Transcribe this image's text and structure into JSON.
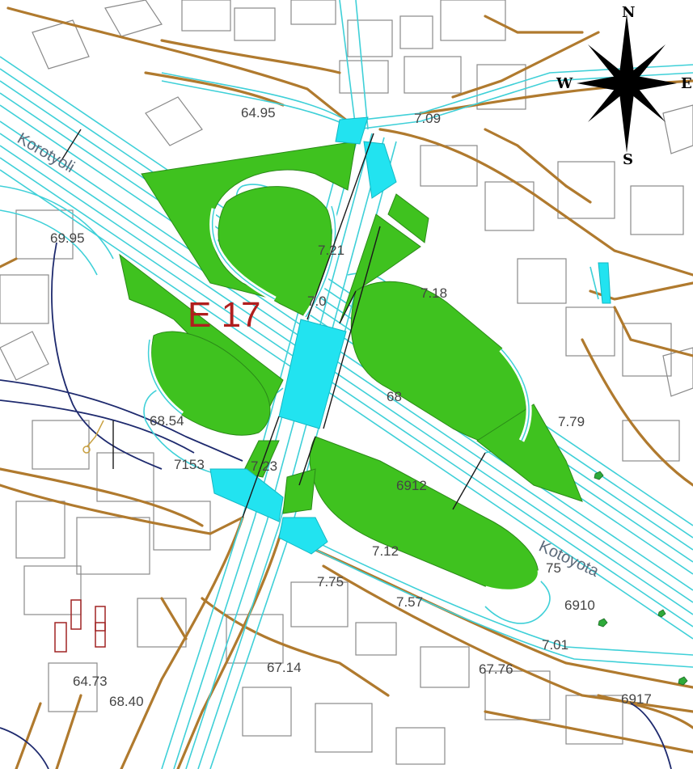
{
  "colors": {
    "background": "#ffffff",
    "green_area": "#3fc21f",
    "bridge_cyan": "#22e3f0",
    "lane_cyan": "#3fd0d8",
    "road_brown": "#b07a2e",
    "building_line": "#7a7a7a",
    "route_label": "#b01e1e",
    "dark_blue": "#1e2a6e",
    "small_marker": "#2eaa3a",
    "red_marker": "#a02424"
  },
  "route_label": "E 17",
  "compass": {
    "north": "N",
    "south": "S",
    "east": "E",
    "west": "W"
  },
  "road_labels": [
    {
      "id": "karaviita-top-left",
      "text": "Korotyoli"
    },
    {
      "id": "karaviita-bottom-right",
      "text": "Kotoyota"
    }
  ],
  "elevation_labels": [
    {
      "id": "e1",
      "text": "64.95"
    },
    {
      "id": "e2",
      "text": "69.95"
    },
    {
      "id": "e3",
      "text": "7.18"
    },
    {
      "id": "e4",
      "text": "68.54"
    },
    {
      "id": "e5",
      "text": "7153"
    },
    {
      "id": "e6",
      "text": "6912"
    },
    {
      "id": "e7",
      "text": "7.09"
    },
    {
      "id": "e8",
      "text": "6910"
    },
    {
      "id": "e9",
      "text": "7.01"
    },
    {
      "id": "e10",
      "text": "67.14"
    },
    {
      "id": "e11",
      "text": "67.76"
    },
    {
      "id": "e12",
      "text": "6917"
    },
    {
      "id": "e13",
      "text": "68.40"
    },
    {
      "id": "e14",
      "text": "64.73"
    },
    {
      "id": "e15",
      "text": "7.57"
    },
    {
      "id": "e16",
      "text": "7.23"
    },
    {
      "id": "e17",
      "text": "7.21"
    },
    {
      "id": "e18",
      "text": "7.0"
    },
    {
      "id": "e19",
      "text": "7.75"
    },
    {
      "id": "e20",
      "text": "7.79"
    },
    {
      "id": "e21",
      "text": "7.12"
    },
    {
      "id": "e22",
      "text": "75"
    },
    {
      "id": "e23",
      "text": "68"
    }
  ]
}
